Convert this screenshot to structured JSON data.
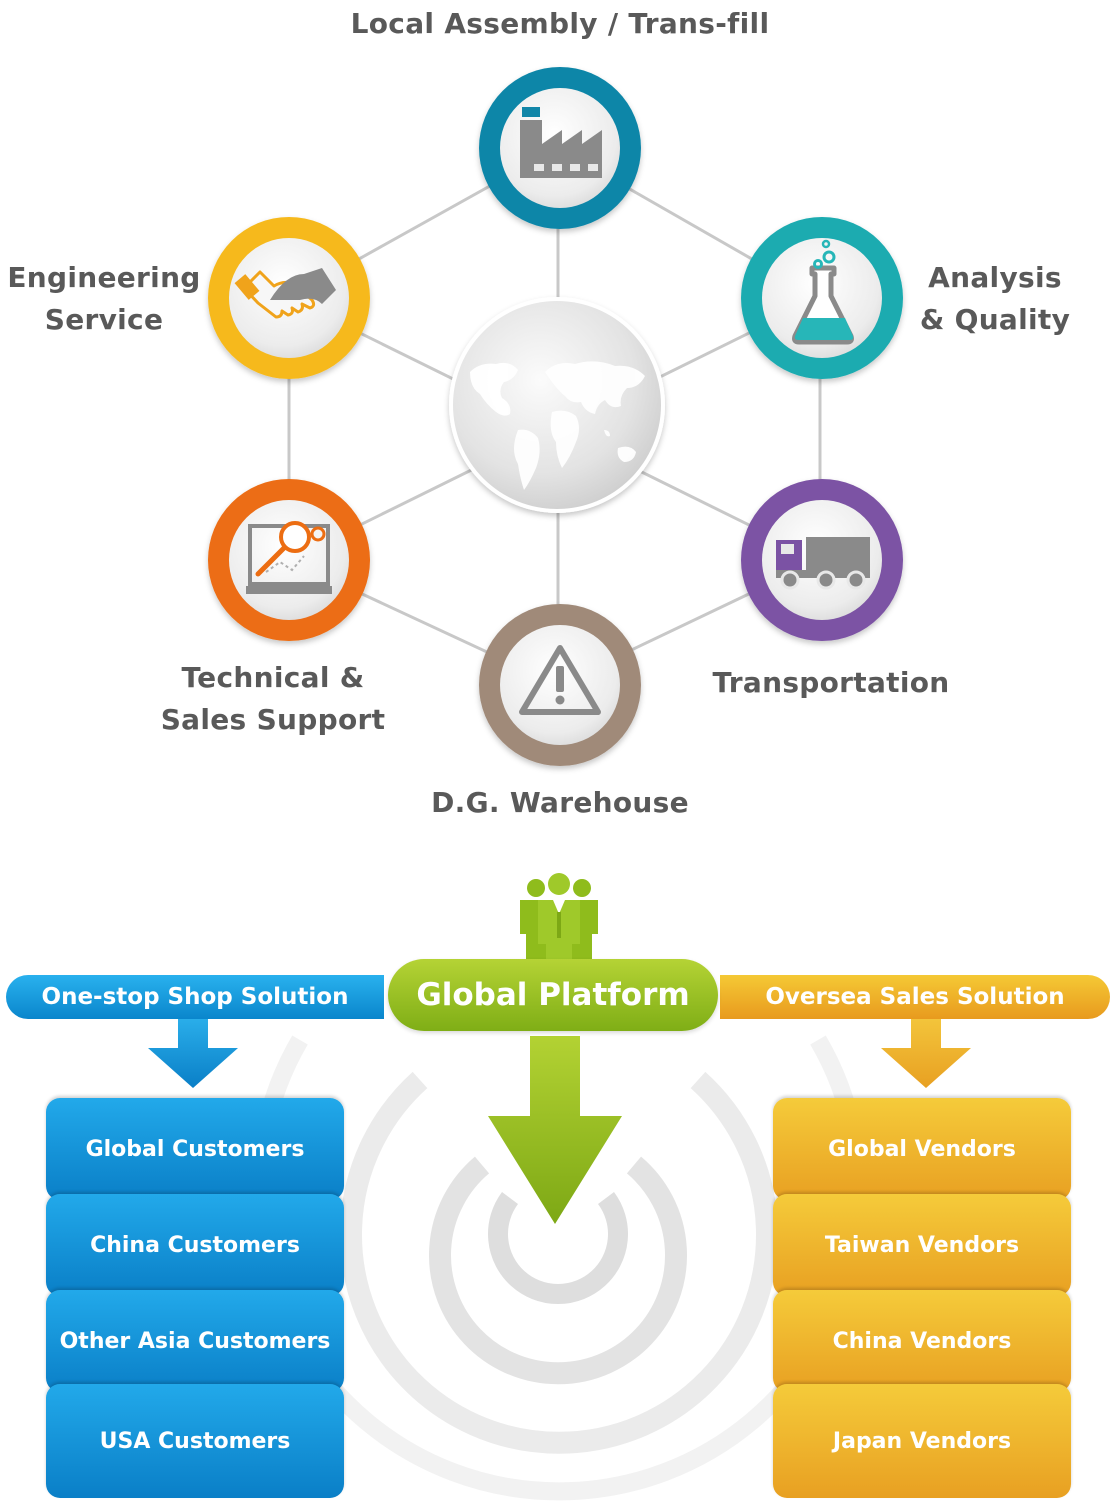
{
  "hub": {
    "center_icon": "world-map-icon",
    "nodes": [
      {
        "id": "assembly",
        "label": "Local Assembly / Trans-fill",
        "icon": "factory-icon",
        "ring_color": "#1186a8"
      },
      {
        "id": "analysis",
        "label": "Analysis\n& Quality",
        "icon": "flask-icon",
        "ring_color": "#1aabb0"
      },
      {
        "id": "transport",
        "label": "Transportation",
        "icon": "truck-icon",
        "ring_color": "#7b52a4"
      },
      {
        "id": "warehouse",
        "label": "D.G. Warehouse",
        "icon": "warning-icon",
        "ring_color": "#a08a79"
      },
      {
        "id": "support",
        "label": "Technical &\nSales Support",
        "icon": "analysis-magnifier-icon",
        "ring_color": "#ec6d12"
      },
      {
        "id": "engineering",
        "label": "Engineering\nService",
        "icon": "handshake-icon",
        "ring_color": "#f6b91f"
      }
    ]
  },
  "platform": {
    "title": "Global Platform",
    "icon": "people-group-icon",
    "left_banner": "One-stop Shop Solution",
    "right_banner": "Oversea Sales Solution",
    "colors": {
      "blue": "#0a86cc",
      "green": "#8fbc1c",
      "orange": "#eba323"
    }
  },
  "customers": [
    "Global Customers",
    "China Customers",
    "Other Asia Customers",
    "USA Customers"
  ],
  "vendors": [
    "Global Vendors",
    "Taiwan Vendors",
    "China  Vendors",
    "Japan Vendors"
  ]
}
